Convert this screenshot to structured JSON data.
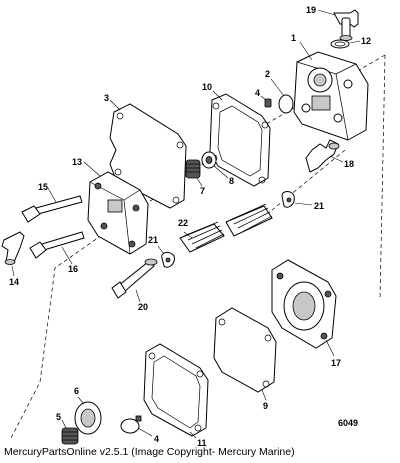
{
  "diagram": {
    "figure_number": "6049",
    "callouts": [
      "1",
      "2",
      "3",
      "4",
      "5",
      "6",
      "7",
      "8",
      "9",
      "10",
      "11",
      "12",
      "13",
      "14",
      "15",
      "16",
      "17",
      "18",
      "19",
      "20",
      "21",
      "21",
      "22",
      "4"
    ]
  },
  "footer": {
    "text": "MercuryPartsOnline v2.5.1 (Image Copyright- Mercury Marine)"
  }
}
